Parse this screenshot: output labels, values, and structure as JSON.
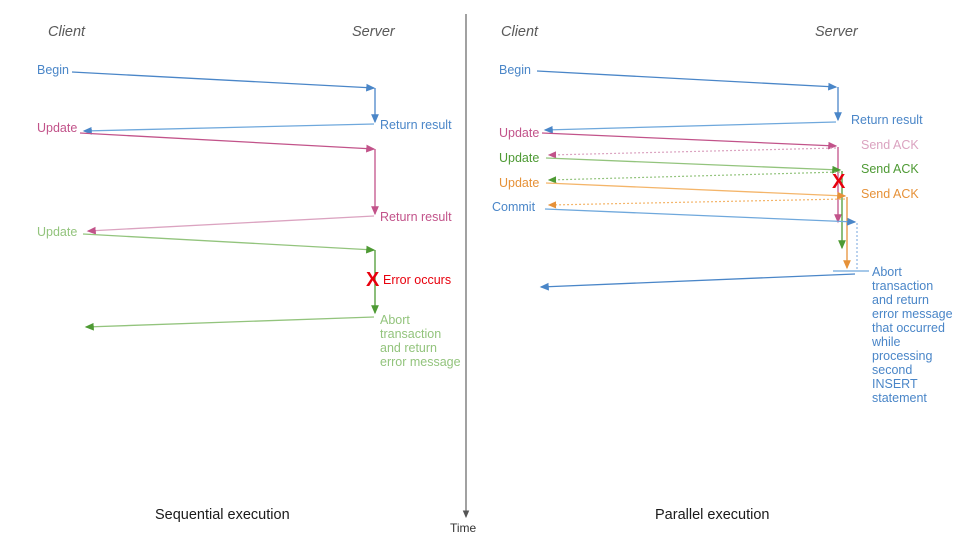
{
  "figure": {
    "title": "Sequential vs parallel transaction execution sequence diagram",
    "time_axis_label": "Time",
    "colors": {
      "blue": "#4a86c8",
      "blue_light": "#8cb4e2",
      "pink": "#c2538a",
      "pink_light": "#dba3c0",
      "green": "#4e9a34",
      "green_light": "#93c47d",
      "orange": "#e69138",
      "orange_light": "#f4b56a",
      "red": "#e8000d",
      "gray": "#595959",
      "black": "#1a1a1a"
    }
  },
  "panels": [
    {
      "id": "sequential",
      "caption": "Sequential execution",
      "client_header": "Client",
      "server_header": "Server",
      "client_messages": [
        {
          "label": "Begin",
          "color": "blue"
        },
        {
          "label": "Update",
          "color": "pink"
        },
        {
          "label": "Update",
          "color": "green"
        }
      ],
      "server_messages": [
        {
          "label": "Return result",
          "color": "blue"
        },
        {
          "label": "Return result",
          "color": "pink"
        },
        {
          "label": "Error occurs",
          "color": "red"
        },
        {
          "label": "Abort\ntransaction\nand return\nerror message",
          "color": "green"
        }
      ]
    },
    {
      "id": "parallel",
      "caption": "Parallel execution",
      "client_header": "Client",
      "server_header": "Server",
      "client_messages": [
        {
          "label": "Begin",
          "color": "blue"
        },
        {
          "label": "Update",
          "color": "pink"
        },
        {
          "label": "Update",
          "color": "green"
        },
        {
          "label": "Update",
          "color": "orange"
        },
        {
          "label": "Commit",
          "color": "blue"
        }
      ],
      "server_messages": [
        {
          "label": "Return result",
          "color": "blue"
        },
        {
          "label": "Send ACK",
          "color": "pink"
        },
        {
          "label": "Send ACK",
          "color": "green"
        },
        {
          "label": "Send ACK",
          "color": "orange"
        },
        {
          "label": "Abort\ntransaction\nand return\nerror message\nthat occurred\nwhile\nprocessing\nsecond\nINSERT\nstatement",
          "color": "blue"
        }
      ],
      "error_marker": "X"
    }
  ],
  "markers": {
    "error_glyph": "X"
  }
}
